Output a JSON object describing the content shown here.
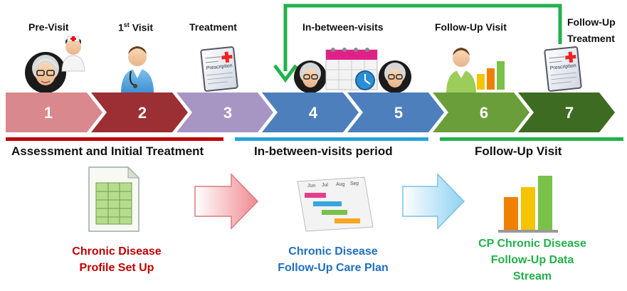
{
  "colors": {
    "step1": "#d9898e",
    "step2": "#9b2f33",
    "step3": "#a796c4",
    "step4": "#4d7fbd",
    "step5": "#4d7fbd",
    "step6": "#6a9e3a",
    "step7": "#3d6b22",
    "bar_assessment": "#c00000",
    "bar_between": "#2aa3dc",
    "bar_followup": "#22b14c",
    "loop_arrow": "#22b14c",
    "label_profile": "#c00000",
    "label_careplan": "#1f6fc0",
    "label_stream": "#22b14c"
  },
  "steps": [
    {
      "number": "1",
      "label": "Pre-Visit",
      "icon": "patient-and-nurse-icon"
    },
    {
      "number": "2",
      "label_main": "1",
      "label_sup": "st",
      "label_rest": " Visit",
      "icon": "doctor-icon"
    },
    {
      "number": "3",
      "label": "Treatment",
      "icon": "prescription-icon"
    },
    {
      "number": "4",
      "label": "In-between-visits",
      "icon": "patient-icon"
    },
    {
      "number": "5",
      "label": "",
      "icon": "calendar-clock-patient-icon"
    },
    {
      "number": "6",
      "label": "Follow-Up Visit",
      "icon": "doctor-chart-icon"
    },
    {
      "number": "7",
      "label_line1": "Follow-Up",
      "label_line2": "Treatment",
      "icon": "prescription-icon"
    }
  ],
  "phases": {
    "assessment": "Assessment and Initial Treatment",
    "between": "In-between-visits period",
    "followup": "Follow-Up Visit"
  },
  "outputs": {
    "profile": {
      "line1": "Chronic Disease",
      "line2": "Profile Set Up",
      "icon": "spreadsheet-icon"
    },
    "careplan": {
      "line1": "Chronic Disease",
      "line2": "Follow-Up Care Plan",
      "icon": "gantt-chart-icon"
    },
    "stream": {
      "line1": "CP Chronic Disease",
      "line2": "Follow-Up Data",
      "line3": "Stream",
      "icon": "bar-chart-icon"
    }
  },
  "gantt_months": [
    "Jun",
    "Jul",
    "Aug",
    "Sep"
  ],
  "prescription_text": "Prescription"
}
